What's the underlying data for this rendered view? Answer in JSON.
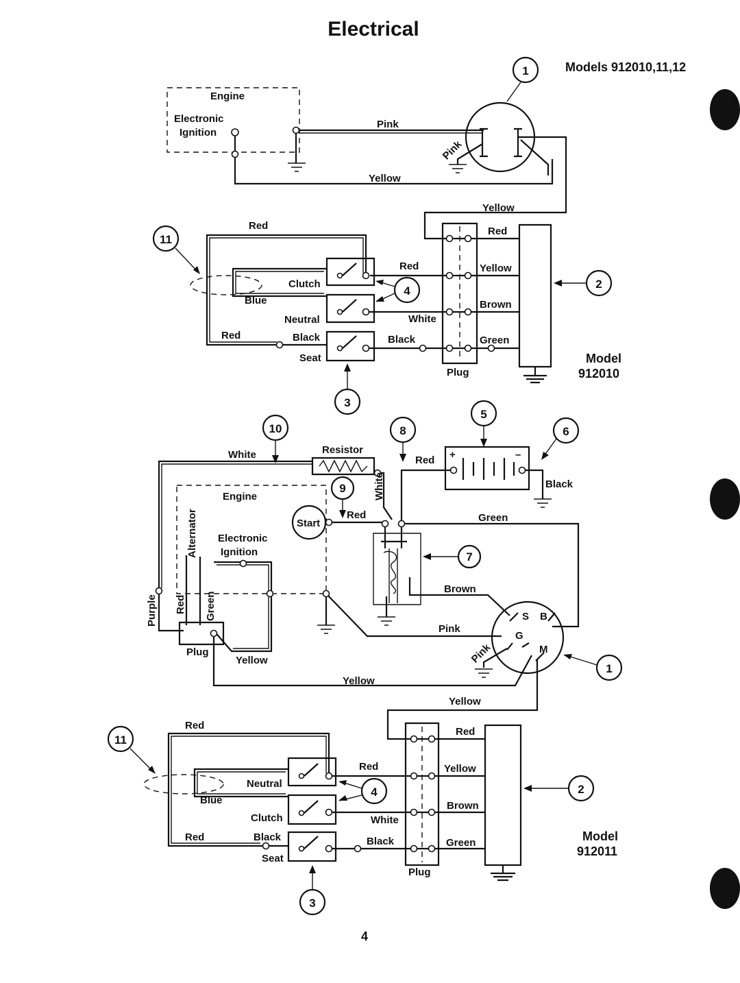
{
  "page": {
    "title": "Electrical",
    "models_heading": "Models 912010,11,12",
    "page_number": "4"
  },
  "top_diagram": {
    "model_label_line1": "Model",
    "model_label_line2": "912010",
    "engine": "Engine",
    "electronic": "Electronic",
    "ignition": "Ignition",
    "wires": {
      "pink": "Pink",
      "pink_switch": "Pink",
      "yellow_lower": "Yellow",
      "yellow_upper": "Yellow",
      "red_top": "Red",
      "red_plug": "Red",
      "red_mid": "Red",
      "yellow_plug": "Yellow",
      "blue": "Blue",
      "brown": "Brown",
      "white": "White",
      "red_left": "Red",
      "black_left": "Black",
      "black_right": "Black",
      "green": "Green"
    },
    "switches": {
      "clutch": "Clutch",
      "neutral": "Neutral",
      "seat": "Seat"
    },
    "plug": "Plug",
    "callouts": [
      "1",
      "11",
      "4",
      "2",
      "3"
    ]
  },
  "bottom_diagram": {
    "model_label_line1": "Model",
    "model_label_line2": "912011",
    "engine": "Engine",
    "electronic": "Electronic",
    "ignition": "Ignition",
    "alternator": "Alternator",
    "start": "Start",
    "resistor": "Resistor",
    "plug_left": "Plug",
    "plug_lower": "Plug",
    "battery": {
      "plus": "+",
      "minus": "–"
    },
    "key_terminals": {
      "s": "S",
      "b": "B",
      "g": "G",
      "m": "M"
    },
    "wires": {
      "white_top": "White",
      "white_vertical": "White",
      "red_resistor": "Red",
      "black_battery": "Black",
      "red_start": "Red",
      "green_top": "Green",
      "brown": "Brown",
      "pink": "Pink",
      "pink_switch": "Pink",
      "purple": "Purple",
      "red_alt": "Red",
      "green_alt": "Green",
      "yellow_ign": "Yellow",
      "yellow_mid": "Yellow",
      "yellow_upper": "Yellow",
      "red_top": "Red",
      "red_plug": "Red",
      "red_mid": "Red",
      "yellow_plug": "Yellow",
      "blue": "Blue",
      "brown_plug": "Brown",
      "white_plug": "White",
      "red_left": "Red",
      "black_left": "Black",
      "black_right": "Black",
      "green_plug": "Green"
    },
    "switches": {
      "neutral": "Neutral",
      "clutch": "Clutch",
      "seat": "Seat"
    },
    "callouts": [
      "10",
      "8",
      "5",
      "6",
      "9",
      "7",
      "1",
      "11",
      "4",
      "2",
      "3"
    ]
  }
}
